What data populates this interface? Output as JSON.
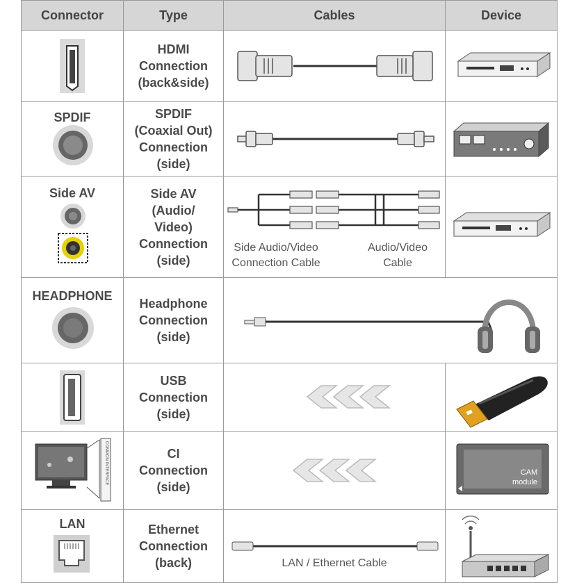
{
  "headers": [
    "Connector",
    "Type",
    "Cables",
    "Device"
  ],
  "rows": [
    {
      "id": "hdmi",
      "connector_label": "",
      "type_lines": [
        "HDMI",
        "Connection",
        "(back&side)"
      ]
    },
    {
      "id": "spdif",
      "connector_label": "SPDIF",
      "type_lines": [
        "SPDIF",
        "(Coaxial Out)",
        "Connection",
        "(side)"
      ]
    },
    {
      "id": "sideav",
      "connector_label": "Side AV",
      "type_lines": [
        "Side AV",
        "(Audio/",
        "Video)",
        "Connection",
        "(side)"
      ],
      "cable_captions": [
        [
          "Side Audio/Video",
          "Connection Cable"
        ],
        [
          "Audio/Video",
          "Cable"
        ]
      ]
    },
    {
      "id": "headphone",
      "connector_label": "HEADPHONE",
      "type_lines": [
        "Headphone",
        "Connection",
        "(side)"
      ]
    },
    {
      "id": "usb",
      "connector_label": "",
      "type_lines": [
        "USB",
        "Connection",
        "(side)"
      ]
    },
    {
      "id": "ci",
      "connector_label": "",
      "type_lines": [
        "CI",
        "Connection",
        "(side)"
      ],
      "device_text": [
        "CAM",
        "module"
      ],
      "tv_slot_text": "COMMON INTERFACE"
    },
    {
      "id": "lan",
      "connector_label": "LAN",
      "type_lines": [
        "Ethernet",
        "Connection",
        "(back)"
      ],
      "cable_caption": "LAN / Ethernet Cable"
    }
  ]
}
